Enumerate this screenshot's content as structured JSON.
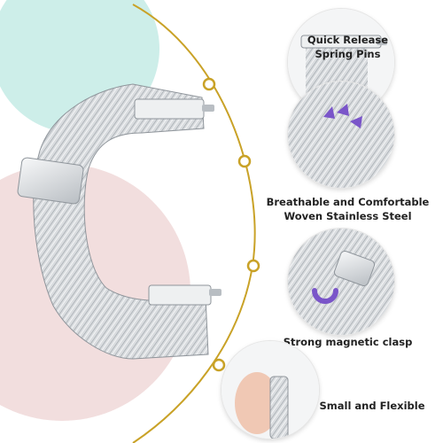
{
  "features": [
    {
      "line1": "Quick Release",
      "line2": "Spring Pins"
    },
    {
      "line1": "Breathable and Comfortable",
      "line2": "Woven Stainless Steel"
    },
    {
      "line1": "Strong magnetic clasp",
      "line2": ""
    },
    {
      "line1": "Small and Flexible",
      "line2": ""
    }
  ],
  "colors": {
    "gold": "#c9a227",
    "mint": "#cdeee9",
    "blush": "#f2dede",
    "steel": "#c8ccd0",
    "arrow": "#7a55c9"
  },
  "icons": [
    "spring-pin-icon",
    "mesh-icon",
    "magnet-icon",
    "hand-icon"
  ]
}
